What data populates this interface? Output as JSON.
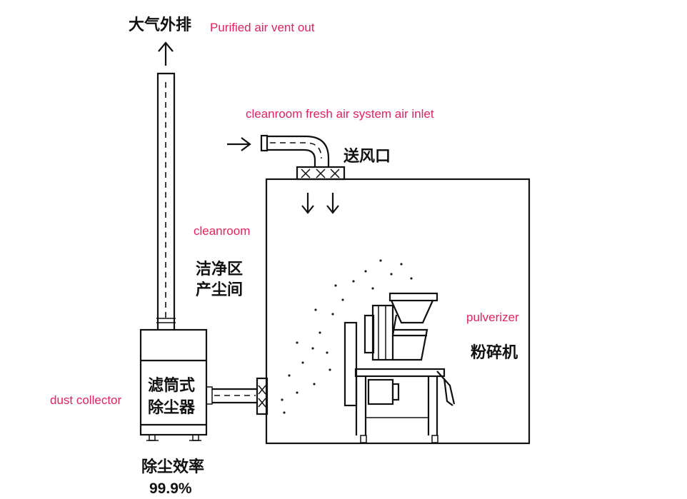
{
  "labels": {
    "vent_cn": "大气外排",
    "vent_en": "Purified air vent out",
    "inlet_en": "cleanroom fresh air system air inlet",
    "supply_cn": "送风口",
    "cleanroom_en": "cleanroom",
    "cleanroom_cn_1": "洁净区",
    "cleanroom_cn_2": "产尘间",
    "pulverizer_en": "pulverizer",
    "pulverizer_cn": "粉碎机",
    "collector_en": "dust collector",
    "collector_cn_1": "滤筒式",
    "collector_cn_2": "除尘器",
    "efficiency_cn": "除尘效率",
    "efficiency_value": "99.9%"
  },
  "colors": {
    "annotation": "#e0245e",
    "line": "#111111",
    "background": "#ffffff"
  }
}
